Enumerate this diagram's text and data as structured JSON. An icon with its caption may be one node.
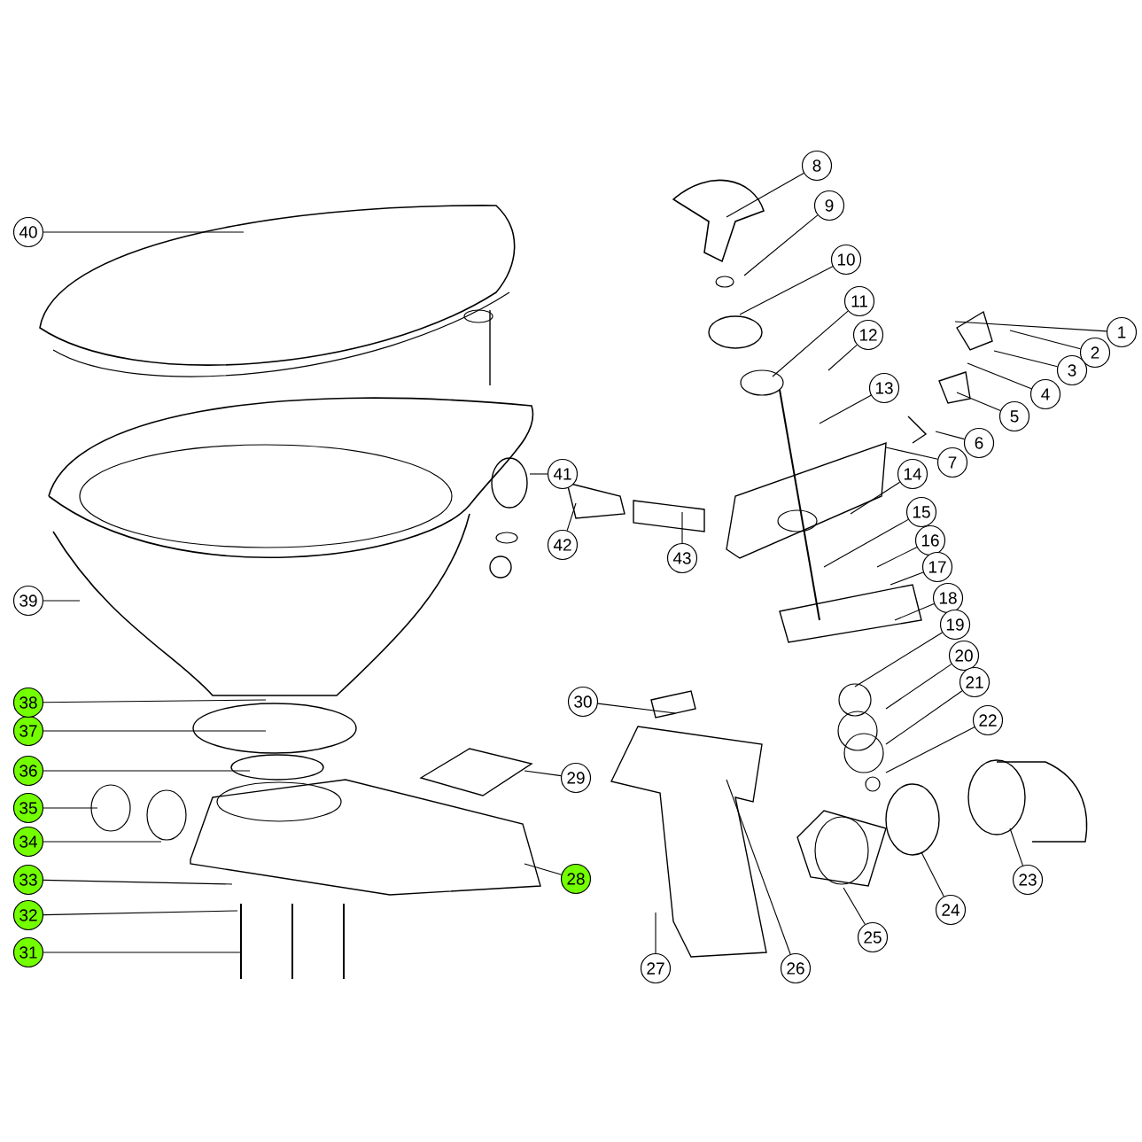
{
  "diagram": {
    "nodes": [
      {
        "text": [
          "1"
        ]
      },
      {
        "text": [
          "2"
        ]
      },
      {
        "text": [
          "3"
        ]
      },
      {
        "text": [
          "4"
        ]
      },
      {
        "text": [
          "5"
        ]
      },
      {
        "text": [
          "6"
        ]
      },
      {
        "text": [
          "7"
        ]
      },
      {
        "text": [
          "8"
        ]
      },
      {
        "text": [
          "9"
        ]
      },
      {
        "text": [
          "10"
        ]
      },
      {
        "text": [
          "11"
        ]
      },
      {
        "text": [
          "12"
        ]
      },
      {
        "text": [
          "13"
        ]
      },
      {
        "text": [
          "14"
        ]
      },
      {
        "text": [
          "15"
        ]
      },
      {
        "text": [
          "16"
        ]
      },
      {
        "text": [
          "17"
        ]
      },
      {
        "text": [
          "18"
        ]
      },
      {
        "text": [
          "19"
        ]
      },
      {
        "text": [
          "20"
        ]
      },
      {
        "text": [
          "21"
        ]
      },
      {
        "text": [
          "22"
        ]
      },
      {
        "text": [
          "23"
        ]
      },
      {
        "text": [
          "24"
        ]
      },
      {
        "text": [
          "25"
        ]
      },
      {
        "text": [
          "26"
        ]
      },
      {
        "text": [
          "27"
        ]
      },
      {
        "text": [
          "28"
        ]
      },
      {
        "text": [
          "29"
        ]
      },
      {
        "text": [
          "30"
        ]
      },
      {
        "text": [
          "31"
        ]
      },
      {
        "text": [
          "32"
        ]
      },
      {
        "text": [
          "33"
        ]
      },
      {
        "text": [
          "34"
        ]
      },
      {
        "text": [
          "35"
        ]
      },
      {
        "text": [
          "36"
        ]
      },
      {
        "text": [
          "37"
        ]
      },
      {
        "text": [
          "38"
        ]
      },
      {
        "text": [
          "39"
        ]
      },
      {
        "text": [
          "40"
        ]
      },
      {
        "text": [
          "41"
        ]
      },
      {
        "text": [
          "42"
        ]
      },
      {
        "text": [
          "43"
        ]
      }
    ],
    "edges": [
      {
        "from": 0,
        "to": null,
        "arrow": "none"
      },
      {
        "from": 1,
        "to": null,
        "arrow": "none"
      },
      {
        "from": 2,
        "to": null,
        "arrow": "none"
      },
      {
        "from": 3,
        "to": null,
        "arrow": "none"
      },
      {
        "from": 4,
        "to": null,
        "arrow": "none"
      },
      {
        "from": 5,
        "to": null,
        "arrow": "none"
      },
      {
        "from": 6,
        "to": null,
        "arrow": "none"
      },
      {
        "from": 7,
        "to": null,
        "arrow": "none"
      },
      {
        "from": 8,
        "to": null,
        "arrow": "none"
      },
      {
        "from": 9,
        "to": null,
        "arrow": "none"
      },
      {
        "from": 10,
        "to": null,
        "arrow": "none"
      },
      {
        "from": 11,
        "to": null,
        "arrow": "none"
      },
      {
        "from": 12,
        "to": null,
        "arrow": "none"
      },
      {
        "from": 13,
        "to": null,
        "arrow": "none"
      },
      {
        "from": 14,
        "to": null,
        "arrow": "none"
      },
      {
        "from": 15,
        "to": null,
        "arrow": "none"
      },
      {
        "from": 16,
        "to": null,
        "arrow": "none"
      },
      {
        "from": 17,
        "to": null,
        "arrow": "none"
      },
      {
        "from": 18,
        "to": null,
        "arrow": "none"
      },
      {
        "from": 19,
        "to": null,
        "arrow": "none"
      },
      {
        "from": 20,
        "to": null,
        "arrow": "none"
      },
      {
        "from": 21,
        "to": null,
        "arrow": "none"
      },
      {
        "from": 22,
        "to": null,
        "arrow": "none"
      },
      {
        "from": 23,
        "to": null,
        "arrow": "none"
      },
      {
        "from": 24,
        "to": null,
        "arrow": "none"
      },
      {
        "from": 25,
        "to": null,
        "arrow": "none"
      },
      {
        "from": 26,
        "to": null,
        "arrow": "none"
      },
      {
        "from": 27,
        "to": null,
        "arrow": "none"
      },
      {
        "from": 28,
        "to": null,
        "arrow": "none"
      },
      {
        "from": 29,
        "to": null,
        "arrow": "none"
      },
      {
        "from": 30,
        "to": null,
        "arrow": "none"
      },
      {
        "from": 31,
        "to": null,
        "arrow": "none"
      },
      {
        "from": 32,
        "to": null,
        "arrow": "none"
      },
      {
        "from": 33,
        "to": null,
        "arrow": "none"
      },
      {
        "from": 34,
        "to": null,
        "arrow": "none"
      },
      {
        "from": 35,
        "to": null,
        "arrow": "none"
      },
      {
        "from": 36,
        "to": null,
        "arrow": "none"
      },
      {
        "from": 37,
        "to": null,
        "arrow": "none"
      },
      {
        "from": 38,
        "to": null,
        "arrow": "none"
      },
      {
        "from": 39,
        "to": null,
        "arrow": "none"
      },
      {
        "from": 40,
        "to": null,
        "arrow": "none"
      },
      {
        "from": 41,
        "to": null,
        "arrow": "none"
      },
      {
        "from": 42,
        "to": null,
        "arrow": "none"
      }
    ]
  }
}
